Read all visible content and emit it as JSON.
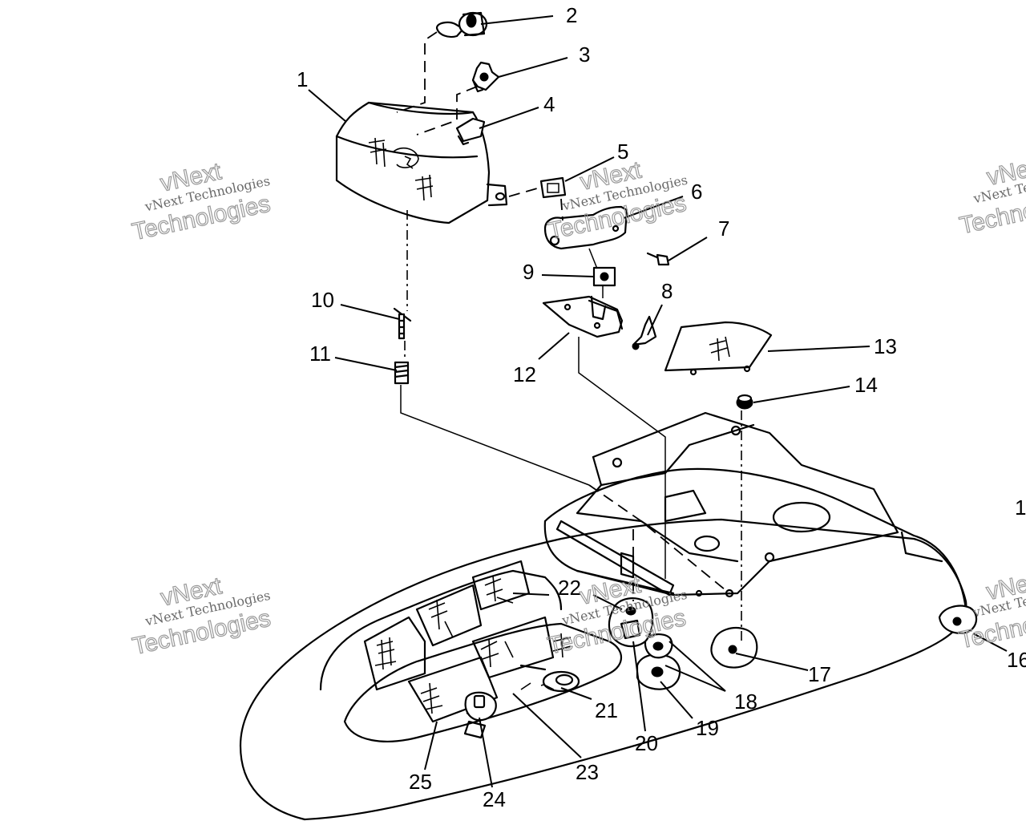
{
  "watermark": {
    "line1": "vNext",
    "line2": "Technologies",
    "small": "vNext Technologies"
  },
  "callouts": {
    "c1": "1",
    "c2": "2",
    "c3": "3",
    "c4": "4",
    "c5": "5",
    "c6": "6",
    "c7": "7",
    "c8": "8",
    "c9": "9",
    "c10": "10",
    "c11": "11",
    "c12": "12",
    "c13": "13",
    "c14": "14",
    "c15": "1",
    "c16": "16",
    "c17": "17",
    "c18": "18",
    "c19": "19",
    "c20": "20",
    "c21": "21",
    "c22": "22",
    "c23": "23",
    "c24": "24",
    "c25": "25"
  }
}
